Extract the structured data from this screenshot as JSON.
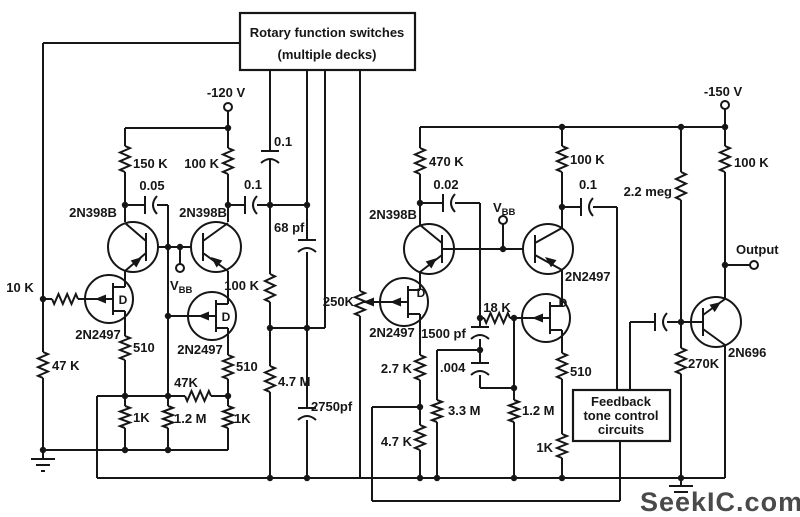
{
  "colors": {
    "ink": "#161616",
    "watermark": "#4a4a4a",
    "background": "#ffffff"
  },
  "boxes": {
    "rotary_line1": "Rotary function switches",
    "rotary_line2": "(multiple decks)",
    "fb1": "Feedback",
    "fb2": "tone control",
    "fb3": "circuits"
  },
  "labels": {
    "v120": "-120 V",
    "v150": "-150 V",
    "vbb_v": "V",
    "vbb_sub": "BB",
    "output": "Output",
    "q1": "2N398B",
    "q2": "2N398B",
    "q3": "2N398B",
    "q4": "2N2497",
    "q5": "2N696",
    "f1": "2N2497",
    "f2": "2N2497",
    "f3": "2N2497",
    "d": "D",
    "r150k": "150 K",
    "r100k_a": "100 K",
    "r100k_b": "100 K",
    "r100k_c": "100 K",
    "r100k_d": "100 K",
    "r10k": "10 K",
    "r47k_a": "47 K",
    "r47k_h": "47K",
    "r47k_c": "4.7 K",
    "r510_a": "510",
    "r510_b": "510",
    "r510_c": "510",
    "r1k_a": "1K",
    "r1k_b": "1K",
    "r1k_c": "1K",
    "r12m_a": "1.2 M",
    "r12m_b": "1.2 M",
    "r47m": "4.7 M",
    "r250k": "250K",
    "r470k": "470 K",
    "r27k": "2.7 K",
    "r33m": "3.3 M",
    "r18k": "18 K",
    "r22meg": "2.2 meg",
    "r270k": "270K",
    "c005": "0.05",
    "c01_a": "0.1",
    "c01_b": "0.1",
    "c01_c": "0.1",
    "c002": "0.02",
    "c68": "68 pf",
    "c2750": "2750pf",
    "c1500": "1500 pf",
    "c004": ".004"
  },
  "watermark": "SeekIC.com"
}
